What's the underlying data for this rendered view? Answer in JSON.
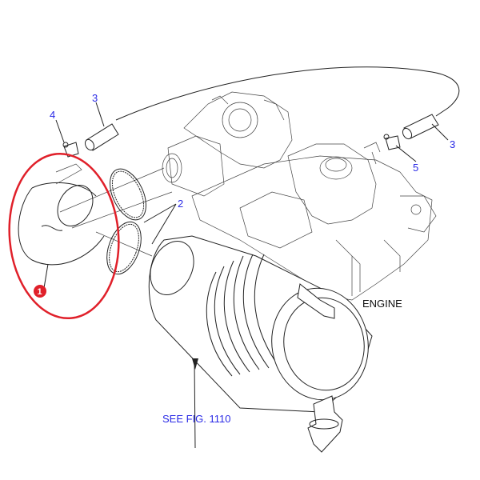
{
  "diagram": {
    "callouts": {
      "part1": "1",
      "part2": "2",
      "part3a": "3",
      "part3b": "3",
      "part4": "4",
      "part5": "5"
    },
    "labels": {
      "engine": "ENGINE",
      "see_fig": "SEE FIG. 1110"
    },
    "colors": {
      "callout": "#2a2ae6",
      "highlight": "#e0202a",
      "line": "#222222"
    },
    "highlighted_part": "1"
  }
}
